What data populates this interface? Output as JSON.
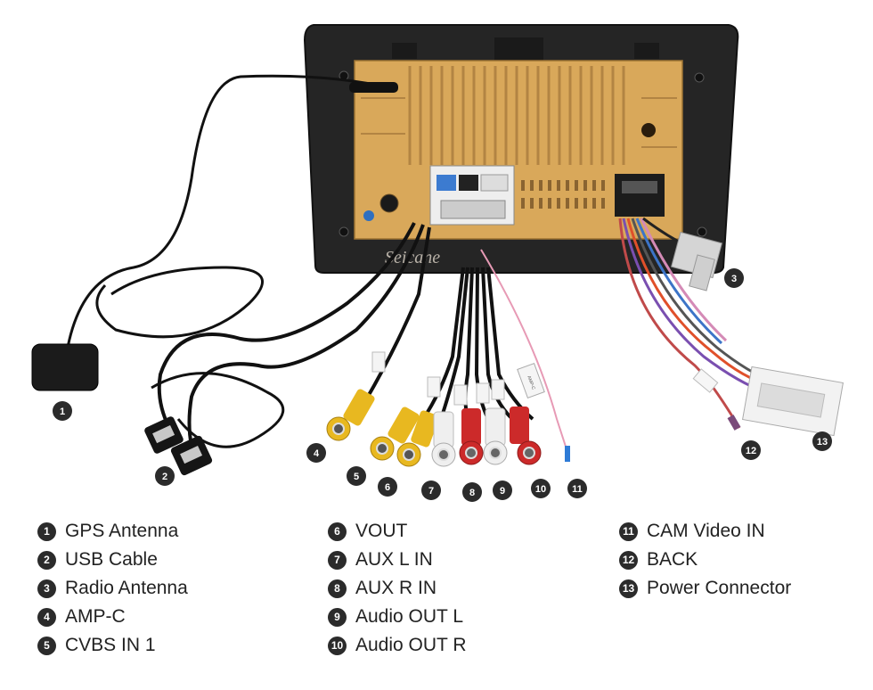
{
  "watermark": "Seicane",
  "callouts": [
    "1",
    "2",
    "3",
    "4",
    "5",
    "6",
    "7",
    "8",
    "9",
    "10",
    "11",
    "12",
    "13"
  ],
  "legend": {
    "col1": [
      {
        "num": "1",
        "label": "GPS Antenna"
      },
      {
        "num": "2",
        "label": "USB Cable"
      },
      {
        "num": "3",
        "label": "Radio Antenna"
      },
      {
        "num": "4",
        "label": "AMP-C"
      },
      {
        "num": "5",
        "label": "CVBS IN 1"
      }
    ],
    "col2": [
      {
        "num": "6",
        "label": "VOUT"
      },
      {
        "num": "7",
        "label": "AUX L IN"
      },
      {
        "num": "8",
        "label": "AUX R IN"
      },
      {
        "num": "9",
        "label": "Audio OUT L"
      },
      {
        "num": "10",
        "label": "Audio OUT R"
      }
    ],
    "col3": [
      {
        "num": "11",
        "label": "CAM Video IN"
      },
      {
        "num": "12",
        "label": "BACK"
      },
      {
        "num": "13",
        "label": "Power Connector"
      }
    ]
  },
  "colors": {
    "background": "#ffffff",
    "bezel": "#252525",
    "heatsink": "#d9a85a",
    "badge": "#2b2b2b",
    "rca_yellow": "#e8b820",
    "rca_white": "#f1f1f1",
    "rca_red": "#cc2a2a"
  }
}
